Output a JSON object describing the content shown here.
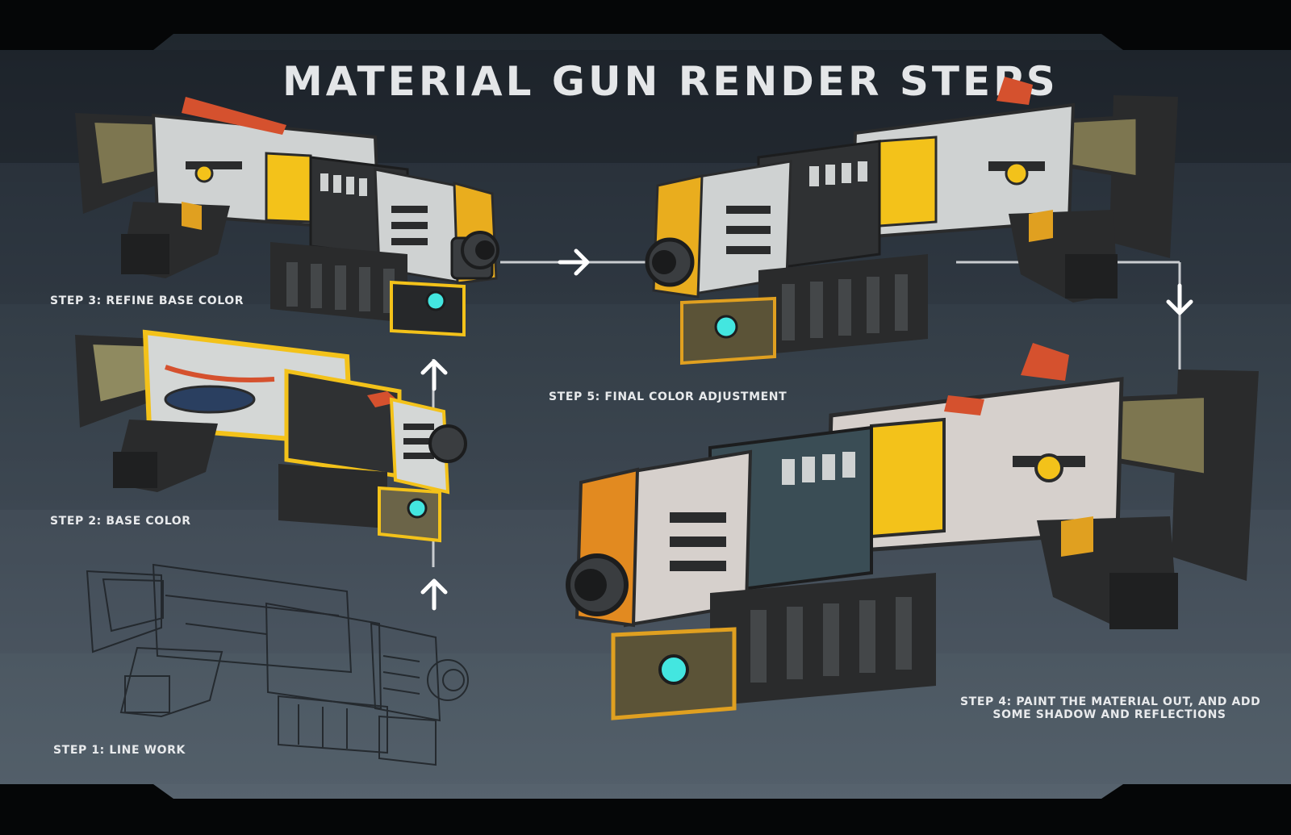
{
  "title": "MATERIAL GUN RENDER STEPS",
  "steps": {
    "step1": "STEP 1: LINE WORK",
    "step2": "STEP 2: BASE COLOR",
    "step3": "STEP 3: REFINE BASE COLOR",
    "step4_line1": "STEP 4: PAINT THE MATERIAL OUT, AND ADD",
    "step4_line2": "SOME SHADOW AND REFLECTIONS",
    "step5": "STEP 5: FINAL COLOR ADJUSTMENT"
  },
  "colors": {
    "band_dark": "#1b2128",
    "band_mid": "#2f3943",
    "band_light": "#4a5661",
    "yellow": "#f3c21a",
    "orange_red": "#d5512e",
    "metal_light": "#cfd2d2",
    "dark_metal": "#2a2c2e",
    "cyan_glow": "#43e6e0",
    "olive_stock": "#7d7650",
    "connector": "#c9ccd0"
  },
  "icons": [
    "arrow-right-icon",
    "arrow-up-icon",
    "arrow-down-icon"
  ]
}
